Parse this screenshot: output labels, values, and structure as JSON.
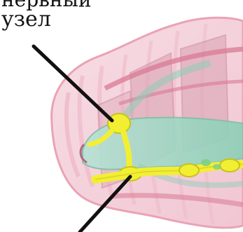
{
  "annotation": {
    "label_line1": "нервный",
    "label_line2": "узел"
  },
  "colors": {
    "background": "#ffffff",
    "ganglion": "#f2ef33",
    "body_outline": "#e9a3b5",
    "body_fill": "#f6dbe3",
    "muscle_band": "#d97a94",
    "gut": "#a7d8c7",
    "pointer": "#111111"
  },
  "icons": [
    "earthworm-anatomy-illustration",
    "nerve-ganglion"
  ]
}
